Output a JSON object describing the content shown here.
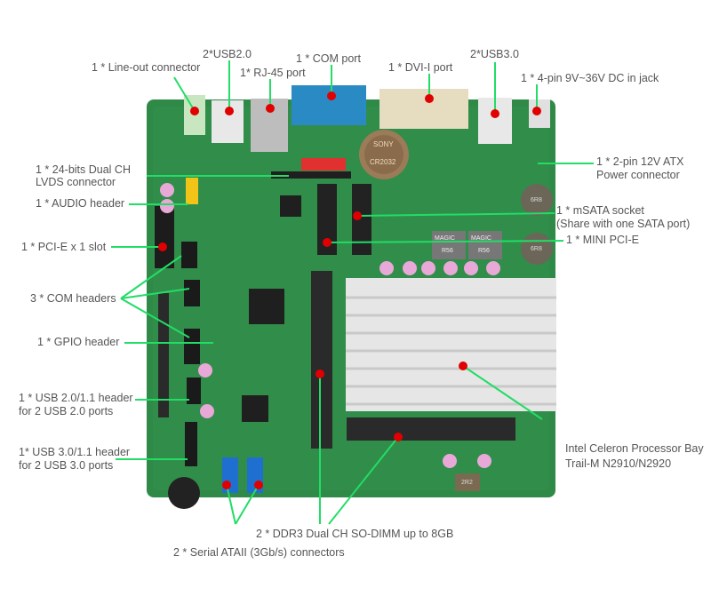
{
  "colors": {
    "board": "#2f8a47",
    "board_dark": "#1f6b36",
    "leader": "#22dd66",
    "marker": "#e00000",
    "label_text": "#555555",
    "heatsink": "#e6e6e6",
    "com_port": "#2a8bc4",
    "sata": "#1f6fd0",
    "audio_header": "#f2c418",
    "red_header": "#e03030"
  },
  "labels": {
    "line_out": "1 * Line-out connector",
    "usb20": "2*USB2.0",
    "rj45": "1* RJ-45 port",
    "com_port": "1 * COM port",
    "dvi": "1 * DVI-I port",
    "usb30": "2*USB3.0",
    "dc_jack": "1 * 4-pin 9V~36V DC in jack",
    "atx_power_1": "1 * 2-pin 12V ATX",
    "atx_power_2": "Power connector",
    "lvds_1": "1 * 24-bits Dual CH",
    "lvds_2": "LVDS connector",
    "audio": "1 * AUDIO header",
    "msata_1": "1 * mSATA socket",
    "msata_2": "(Share with one SATA port)",
    "mini_pcie": "1 * MINI PCI-E",
    "pcie": "1 * PCI-E x 1 slot",
    "com_headers": "3 * COM headers",
    "gpio": "1 * GPIO header",
    "usb20_header_1": "1 * USB 2.0/1.1 header",
    "usb20_header_2": "for 2 USB 2.0 ports",
    "usb30_header_1": "1* USB 3.0/1.1 header",
    "usb30_header_2": "for 2 USB 3.0 ports",
    "cpu_1": "Intel Celeron Processor Bay",
    "cpu_2": "Trail-M N2910/N2920",
    "ddr3": "2 * DDR3  Dual CH SO-DIMM up to 8GB",
    "sata": "2 * Serial ATAII (3Gb/s) connectors"
  },
  "board_markings": {
    "battery_brand": "SONY",
    "battery_model": "CR2032",
    "inductor_1": "MAGIC",
    "inductor_1b": "R56",
    "inductor_2": "MAGIC",
    "inductor_2b": "R56",
    "coil_1": "6R8",
    "coil_2": "6R8",
    "coil_3": "2R2"
  }
}
